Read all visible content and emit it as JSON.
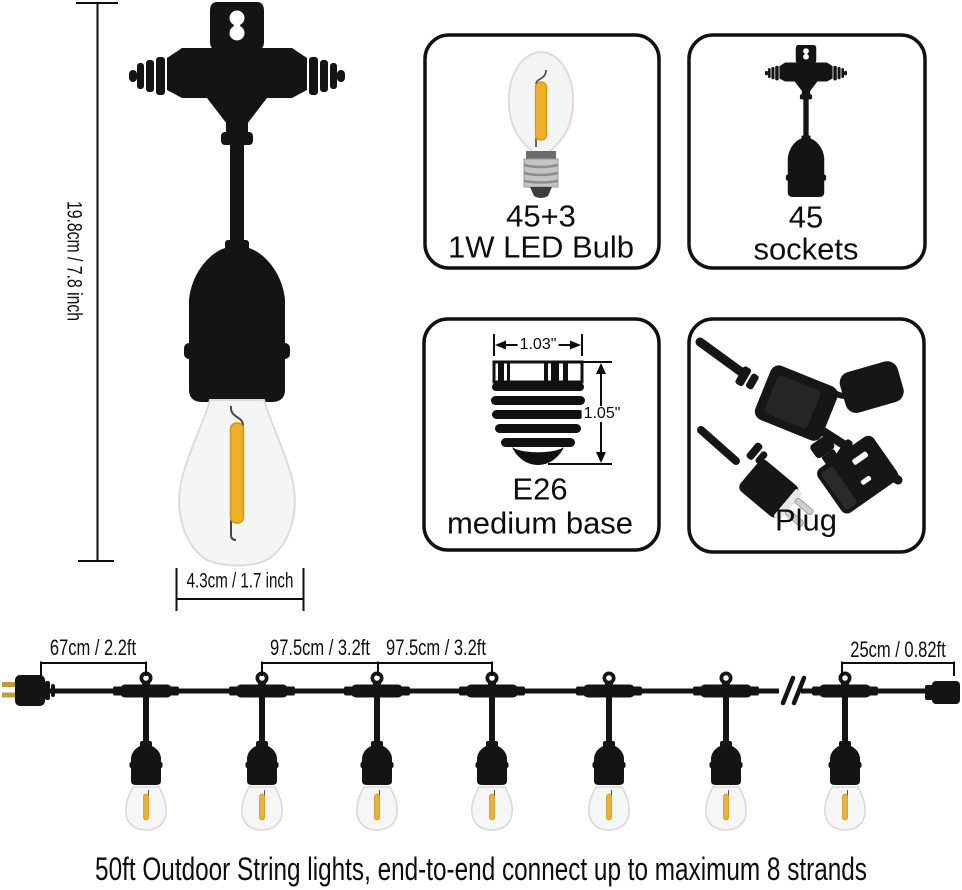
{
  "product_dimensions": {
    "height": "19.8cm / 7.8 inch",
    "width": "4.3cm / 1.7 inch"
  },
  "feature_boxes": {
    "bulb": {
      "count": "45+3",
      "label": "1W LED Bulb"
    },
    "sockets": {
      "count": "45",
      "label": "sockets"
    },
    "base": {
      "name": "E26",
      "label": "medium base",
      "width": "1.03\"",
      "height": "1.05\""
    },
    "plug": {
      "label": "Plug"
    }
  },
  "string_diagram": {
    "lead_length": "67cm / 2.2ft",
    "spacing_1": "97.5cm / 3.2ft",
    "spacing_2": "97.5cm / 3.2ft",
    "tail_length": "25cm / 0.82ft"
  },
  "caption": "50ft Outdoor String lights, end-to-end connect up to maximum 8 strands",
  "colors": {
    "black_parts": "#141414",
    "filament_yellow": "#edb02a",
    "prong_gold": "#bf9c3a",
    "bulb_glass": "#f5f5f5",
    "screw_silver": "#c4c4c4"
  }
}
